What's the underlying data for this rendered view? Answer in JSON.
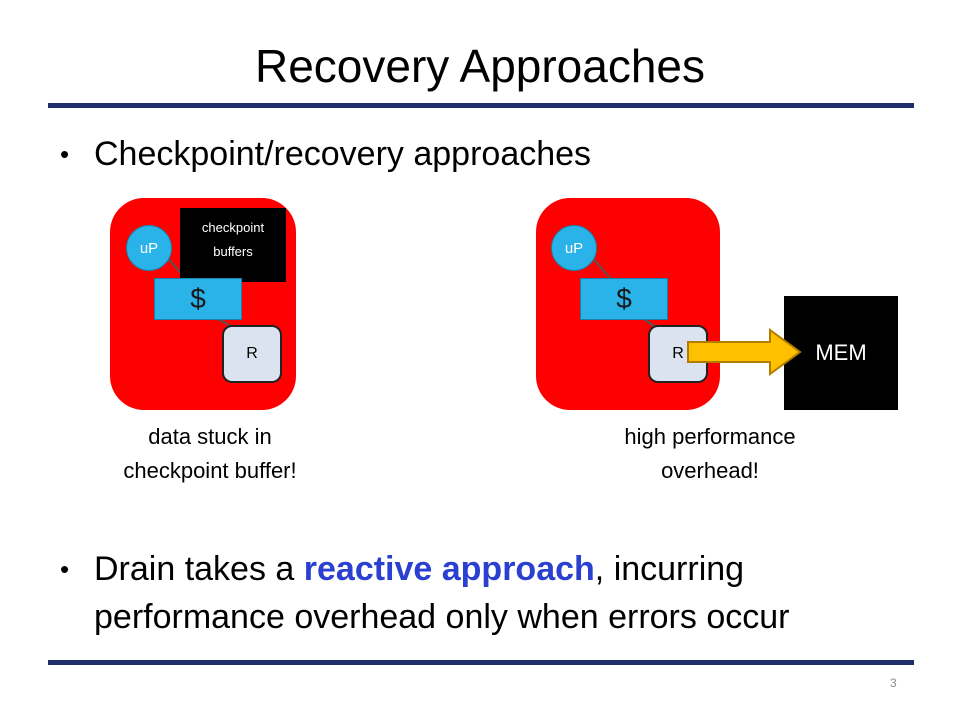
{
  "slide": {
    "title": "Recovery Approaches",
    "bullet1": "Checkpoint/recovery approaches",
    "bullet2_pre": "Drain takes a ",
    "bullet2_highlight": "reactive approach",
    "bullet2_post": ", incurring",
    "bullet2_line2": "performance overhead only when errors occur",
    "bullet_marker": "•",
    "page_number": "3"
  },
  "diagram_left": {
    "up_label": "uP",
    "cache_label": "$",
    "router_label": "R",
    "checkpoint_line1": "checkpoint",
    "checkpoint_line2": "buffers",
    "caption_line1": "data stuck in",
    "caption_line2": "checkpoint buffer!"
  },
  "diagram_right": {
    "up_label": "uP",
    "cache_label": "$",
    "router_label": "R",
    "mem_label": "MEM",
    "caption_line1": "high performance",
    "caption_line2": "overhead!"
  },
  "colors": {
    "node_fill": "#ff0000",
    "component_blue": "#2ab3e8",
    "router_fill": "#dbe3f0",
    "rule": "#1f2f6b",
    "accent": "#2b40d1",
    "arrow": "#ffc000"
  }
}
